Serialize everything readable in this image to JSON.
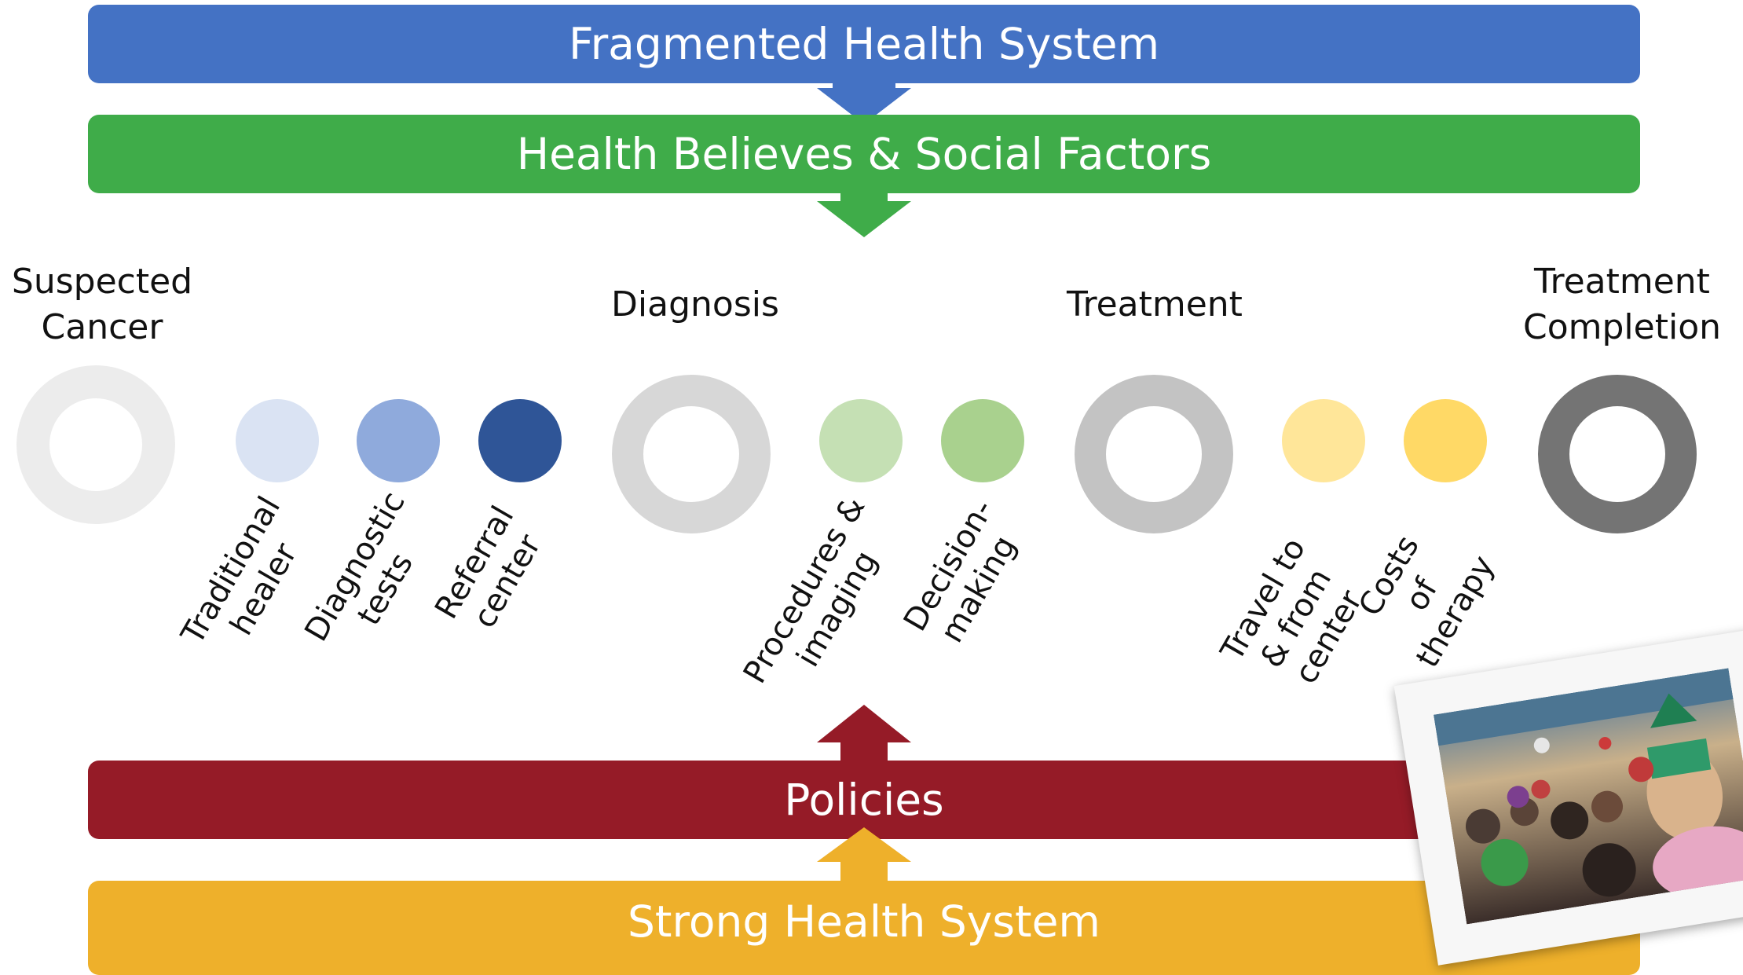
{
  "bars": {
    "top": "Fragmented Health System",
    "social": "Health Believes & Social Factors",
    "policies": "Policies",
    "strong": "Strong Health System"
  },
  "stages": {
    "suspected": "Suspected Cancer",
    "diagnosis": "Diagnosis",
    "treatment": "Treatment",
    "completion": "Treatment Completion"
  },
  "steps": {
    "traditional_healer": "Traditional healer",
    "diagnostic_tests": "Diagnostic tests",
    "referral_center": "Referral center",
    "procedures_imaging": "Procedures & imaging",
    "decision_making": "Decision-making",
    "travel": "Travel to & from center",
    "costs": "Costs of therapy"
  },
  "colors": {
    "blue": "#4472c4",
    "green": "#3fac49",
    "red": "#951b27",
    "gold": "#eeb02b"
  },
  "icons": [
    "photo-of-children"
  ]
}
